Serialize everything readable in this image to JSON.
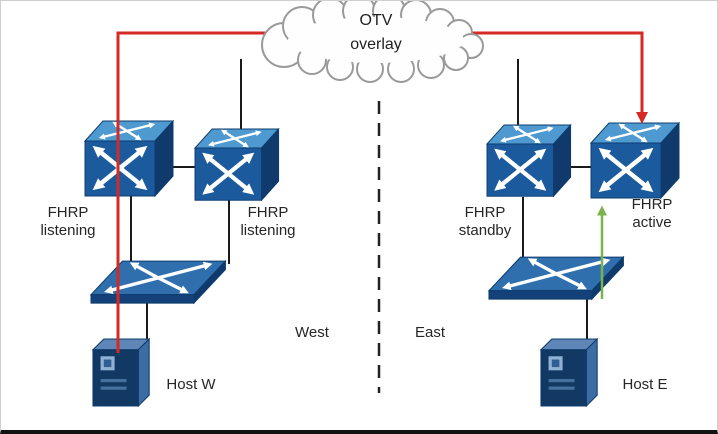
{
  "diagram": {
    "title_cloud": {
      "line1": "OTV",
      "line2": "overlay"
    },
    "switches": {
      "left_outer": {
        "line1": "FHRP",
        "line2": "listening"
      },
      "left_inner": {
        "line1": "FHRP",
        "line2": "listening"
      },
      "right_inner": {
        "line1": "FHRP",
        "line2": "standby"
      },
      "right_outer": {
        "line1": "FHRP",
        "line2": "active"
      }
    },
    "hosts": {
      "west": "Host W",
      "east": "Host E"
    },
    "regions": {
      "west": "West",
      "east": "East"
    },
    "colors": {
      "active_path": "#d42a25",
      "return_path": "#7ab34d",
      "link": "#1a1a1a",
      "divider": "#222222",
      "switch_front": "#1c5a9e",
      "switch_top": "#4e9ad0",
      "switch_side": "#0f3a6b",
      "cloud_outline": "#9a9a9a"
    }
  }
}
